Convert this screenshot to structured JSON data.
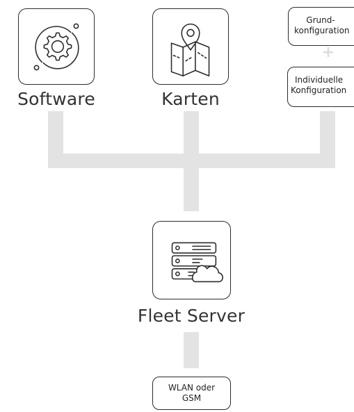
{
  "nodes": {
    "software": {
      "label": "Software",
      "icon": "gear-refresh-icon"
    },
    "karten": {
      "label": "Karten",
      "icon": "map-pin-icon"
    },
    "config": {
      "grund_line1": "Grund-",
      "grund_line2": "konfiguration",
      "plus": "+",
      "indiv_line1": "Individuelle",
      "indiv_line2": "Konfiguration"
    },
    "fleet_server": {
      "label": "Fleet Server",
      "icon": "server-cloud-icon"
    },
    "connection": {
      "line1": "WLAN oder",
      "line2": "GSM"
    }
  },
  "colors": {
    "connector": "#e3e3e3",
    "stroke": "#2b2b2b",
    "plus": "#dcdcdc"
  }
}
